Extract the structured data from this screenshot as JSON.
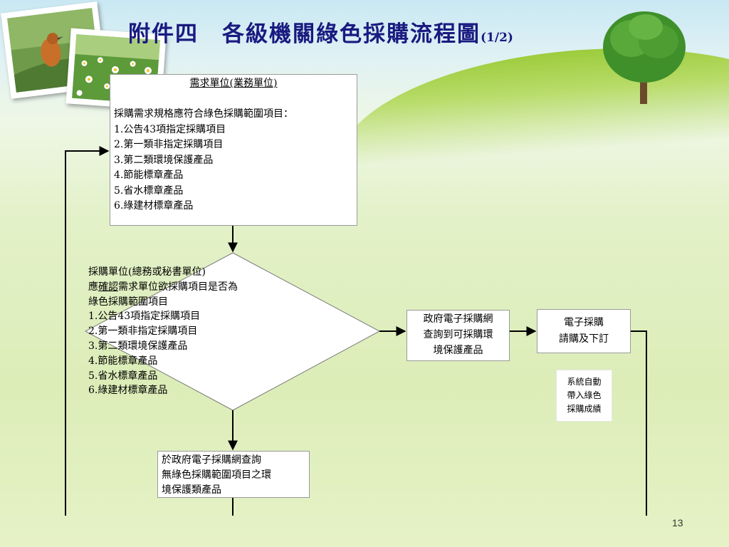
{
  "slide": {
    "title": "附件四　各級機關綠色採購流程圖",
    "title_suffix": "(1/2)",
    "page_number": "13"
  },
  "demand_box": {
    "heading": "需求單位(業務單位)",
    "intro": "採購需求規格應符合綠色採購範圍項目：",
    "items": [
      "1.公告43項指定採購項目",
      "2.第一類非指定採購項目",
      "3.第二類環境保護產品",
      "4.節能標章產品",
      "5.省水標章產品",
      "6.綠建材標章產品"
    ]
  },
  "decision": {
    "line1": "採購單位(總務或秘書單位)",
    "line2_prefix": "應",
    "line2_underlined": "確認",
    "line2_rest": "需求單位欲採購項目是否為",
    "line3": "綠色採購範圍項目",
    "items": [
      "1.公告43項指定採購項目",
      "2.第一類非指定採購項目",
      "3.第二類環境保護產品",
      "4.節能標章產品",
      "5.省水標章產品",
      "6.綠建材標章產品"
    ]
  },
  "query_box": {
    "lines": [
      "政府電子採購網",
      "查詢到可採購環",
      "境保護產品"
    ]
  },
  "order_box": {
    "lines": [
      "電子採購",
      "請購及下訂"
    ]
  },
  "auto_note": {
    "lines": [
      "系統自動",
      "帶入綠色",
      "採購成績"
    ]
  },
  "no_green_box": {
    "lines": [
      "於政府電子採購網查詢",
      "無綠色採購範圍項目之環",
      "境保護類產品"
    ]
  },
  "colors": {
    "title": "#1a1a80",
    "line": "#000000",
    "box_border": "#9a9a9a"
  }
}
